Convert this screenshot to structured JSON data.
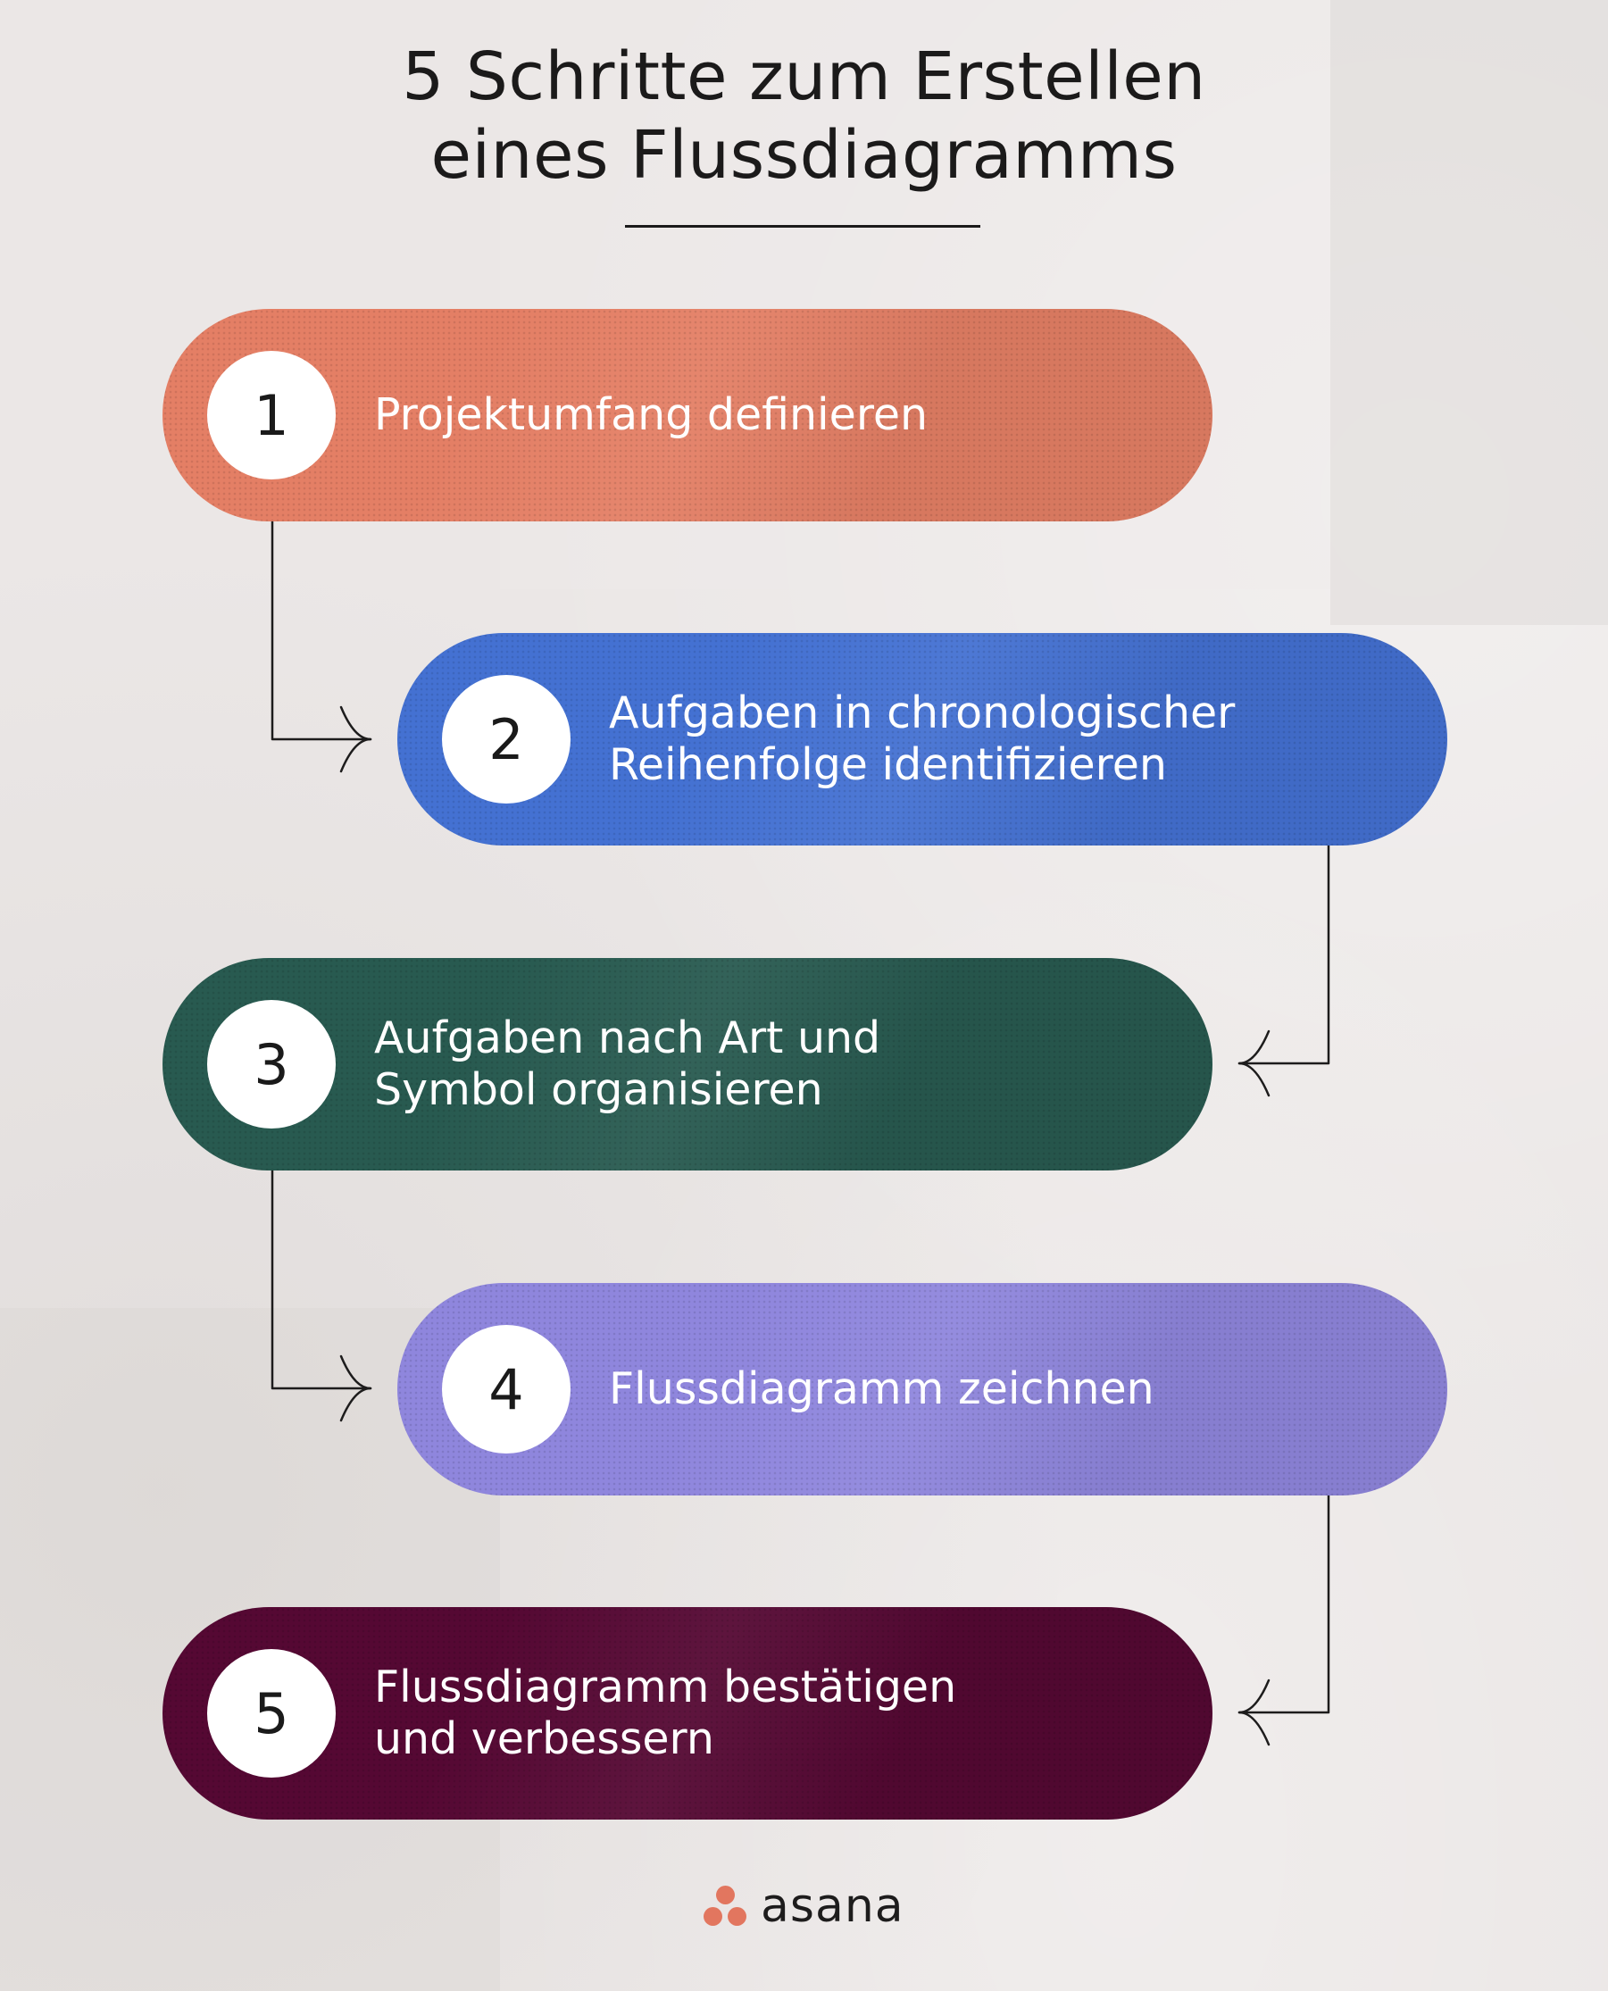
{
  "title": {
    "line1": "5 Schritte zum Erstellen",
    "line2": "eines Flussdiagramms"
  },
  "steps": [
    {
      "number": "1",
      "lines": [
        "Projektumfang definieren"
      ],
      "color": "#e47f65"
    },
    {
      "number": "2",
      "lines": [
        "Aufgaben in chronologischer",
        "Reihenfolge identifizieren"
      ],
      "color": "#4471d2"
    },
    {
      "number": "3",
      "lines": [
        "Aufgaben nach Art und",
        "Symbol organisieren"
      ],
      "color": "#285a50"
    },
    {
      "number": "4",
      "lines": [
        "Flussdiagramm zeichnen"
      ],
      "color": "#8f86dd"
    },
    {
      "number": "5",
      "lines": [
        "Flussdiagramm bestätigen",
        "und verbessern"
      ],
      "color": "#550833"
    }
  ],
  "connectors": [
    {
      "from": "1",
      "to": "2"
    },
    {
      "from": "2",
      "to": "3"
    },
    {
      "from": "3",
      "to": "4"
    },
    {
      "from": "4",
      "to": "5"
    }
  ],
  "logo": {
    "icon": "asana-three-dots-icon",
    "text": "asana",
    "color": "#e2765f"
  }
}
